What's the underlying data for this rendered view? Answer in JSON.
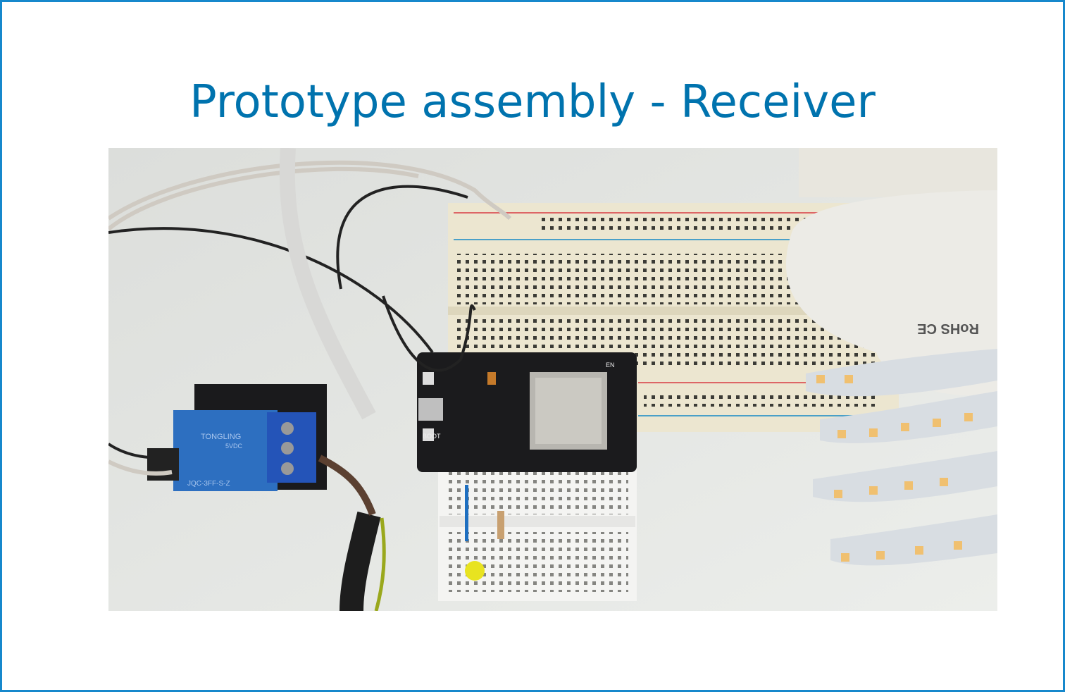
{
  "slide": {
    "title": "Prototype assembly - Receiver",
    "accent_color": "#0073ae",
    "border_color": "#1688cc"
  },
  "photo": {
    "subject": "receiver-prototype-photo",
    "relay_label": "TONGLING",
    "relay_rating": "5VDC",
    "relay_model": "JQC-3FF-S-Z",
    "bulb_marking": "RoHS CE",
    "board_buttons": [
      "EN",
      "BOOT"
    ]
  }
}
